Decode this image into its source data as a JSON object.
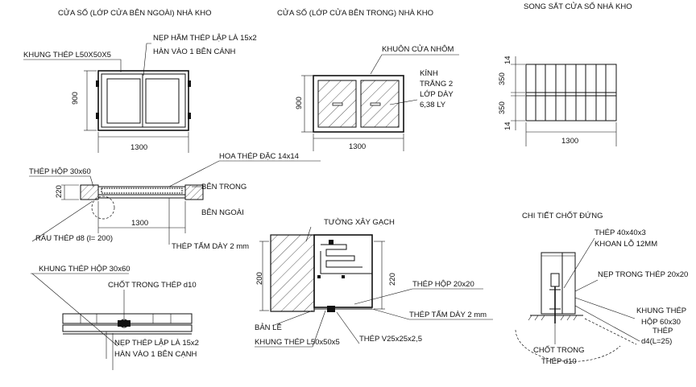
{
  "window_outer": {
    "title": "CỬA SỔ (LỚP CỬA BÊN NGOÀI) NHÀ KHO",
    "frame_label": "KHUNG THÉP L50X50X5",
    "strip_label": "NẸP HÃM THÉP LẬP LÀ 15x2",
    "weld_label": "HÀN VÀO 1 BÊN CÁNH",
    "dim_height": "900",
    "dim_width": "1300"
  },
  "window_inner": {
    "title": "CỬA SỔ (LỚP CỬA BÊN TRONG) NHÀ KHO",
    "frame_label": "KHUÔN CỬA NHÔM",
    "glass_label_1": "KÍNH",
    "glass_label_2": "TRẮNG 2",
    "glass_label_3": "LỚP DÀY",
    "glass_label_4": "6,38 LY",
    "dim_height": "900",
    "dim_width": "1300"
  },
  "grille": {
    "title": "SONG SẮT CỬA SỔ NHÀ KHO",
    "dim_top_small": "14",
    "dim_top": "350",
    "dim_bottom": "350",
    "dim_bottom_small": "14",
    "dim_width": "1300"
  },
  "section_plan": {
    "box_label": "THÉP HỘP 30x60",
    "bar_label": "HOA THÉP ĐẶC 14x14",
    "inside_label": "BÊN TRONG",
    "outside_label": "BÊN NGOÀI",
    "dim_thickness": "220",
    "dim_width": "1300",
    "anchor_label": "RÂU THÉP d8 (l= 200)",
    "plate_label": "THÉP TẤM DÀY 2  mm"
  },
  "wall_detail": {
    "wall_label": "TƯỜNG XÂY GẠCH",
    "dim_left": "200",
    "dim_right": "220",
    "box_label": "THÉP HỘP 20x20",
    "plate_label": "THÉP TẤM DÀY 2 mm",
    "hinge_label": "BẢN LỀ",
    "frame_label": "KHUNG THÉP L50x50x5",
    "angle_label": "THÉP V25x25x2,5"
  },
  "hinge_detail": {
    "frame_label": "KHUNG THÉP HỘP 30x60",
    "pin_label": "CHỐT TRONG THÉP d10",
    "strip_label": "NẸP THÉP LẬP LÀ 15x2",
    "weld_label": "HÀN VÀO 1 BÊN CẠNH"
  },
  "bolt_detail": {
    "title": "CHI TIẾT CHỐT ĐỨNG",
    "steel_label_1": "THÉP 40x40x3",
    "steel_label_2": "KHOAN LỖ 12MM",
    "strip_label": "NẸP TRONG THÉP 20x20",
    "frame_label_1": "KHUNG THÉP",
    "frame_label_2": "HỘP 60x30",
    "rod_label_1": "THÉP",
    "rod_label_2": "d4(L=25)",
    "pin_label_1": "CHỐT TRONG",
    "pin_label_2": "THÉP d10"
  }
}
